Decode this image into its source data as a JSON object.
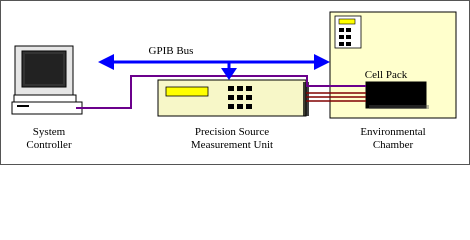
{
  "bus_label": "GPIB Bus",
  "cell_label": "Cell Pack",
  "labels": {
    "system_controller": [
      "System",
      "Controller"
    ],
    "source_measurement_unit": [
      "Precision Source",
      "Measurement Unit"
    ],
    "environmental_chamber": [
      "Environmental",
      "Chamber"
    ]
  },
  "colors": {
    "bus_arrow": "#0000ff",
    "cable_purple": "#6b008c",
    "cable_maroon": "#800000",
    "display_yellow": "#ffff00",
    "unit_fill": "#f7f7c8",
    "chamber_fill": "#ffffcc",
    "cell_pack_fill": "#000000"
  },
  "icons": {
    "computer": "computer-icon",
    "keypad": "keypad-icon"
  }
}
